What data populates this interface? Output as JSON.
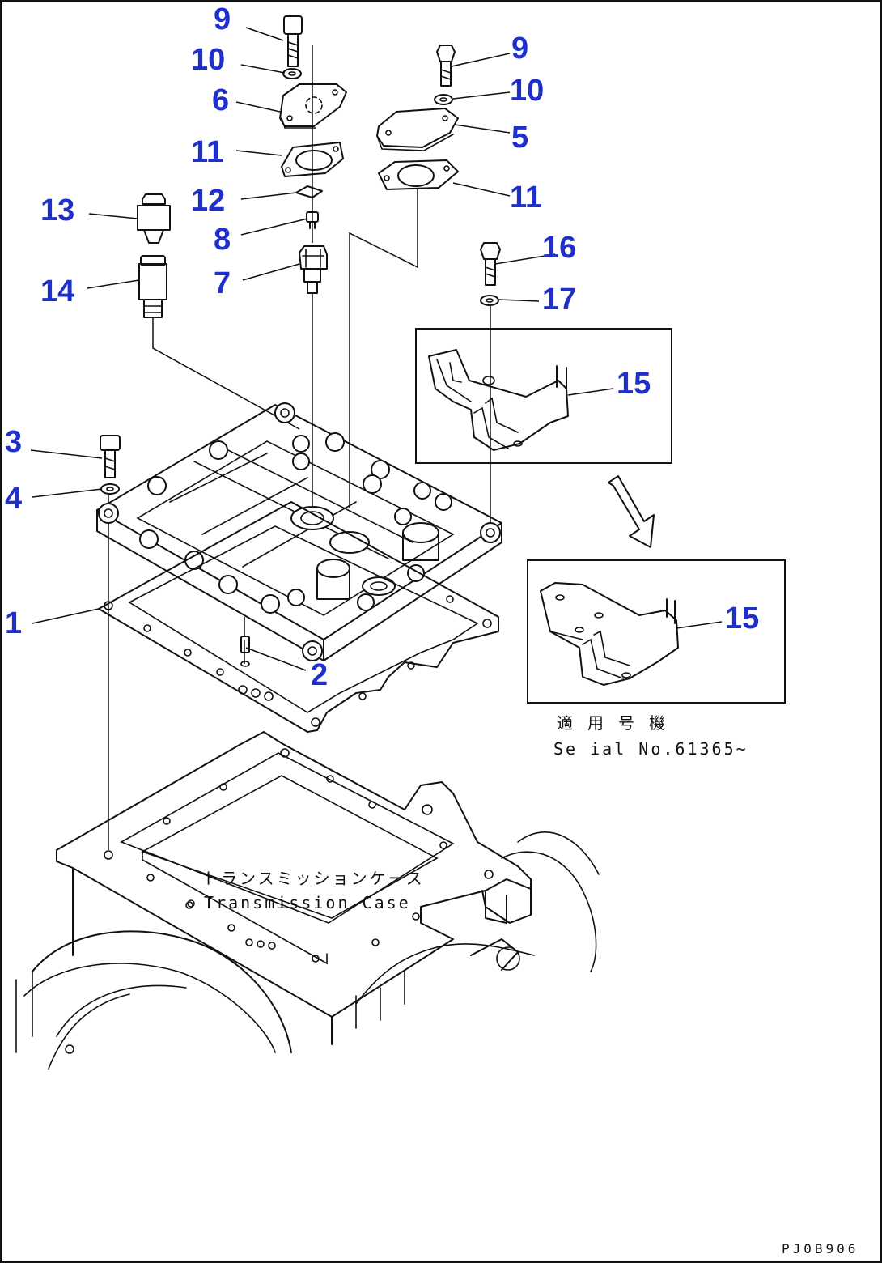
{
  "diagram": {
    "callouts": [
      {
        "id": "c9a",
        "label": "9"
      },
      {
        "id": "c10a",
        "label": "10"
      },
      {
        "id": "c6",
        "label": "6"
      },
      {
        "id": "c11a",
        "label": "11"
      },
      {
        "id": "c12",
        "label": "12"
      },
      {
        "id": "c8",
        "label": "8"
      },
      {
        "id": "c7",
        "label": "7"
      },
      {
        "id": "c13",
        "label": "13"
      },
      {
        "id": "c14",
        "label": "14"
      },
      {
        "id": "c9b",
        "label": "9"
      },
      {
        "id": "c10b",
        "label": "10"
      },
      {
        "id": "c5",
        "label": "5"
      },
      {
        "id": "c11b",
        "label": "11"
      },
      {
        "id": "c16",
        "label": "16"
      },
      {
        "id": "c17",
        "label": "17"
      },
      {
        "id": "c15a",
        "label": "15"
      },
      {
        "id": "c15b",
        "label": "15"
      },
      {
        "id": "c3",
        "label": "3"
      },
      {
        "id": "c4",
        "label": "4"
      },
      {
        "id": "c1",
        "label": "1"
      },
      {
        "id": "c2",
        "label": "2"
      }
    ],
    "notes": {
      "applicable_jp": "適 用 号 機",
      "serial": "Se ial No.61365~",
      "case_jp": "トランスミッションケース",
      "case_en": "Transmission Case"
    },
    "drawing_code": "PJ0B906",
    "colors": {
      "callout": "#1f2fcc",
      "line": "#111111",
      "background": "#ffffff"
    }
  }
}
